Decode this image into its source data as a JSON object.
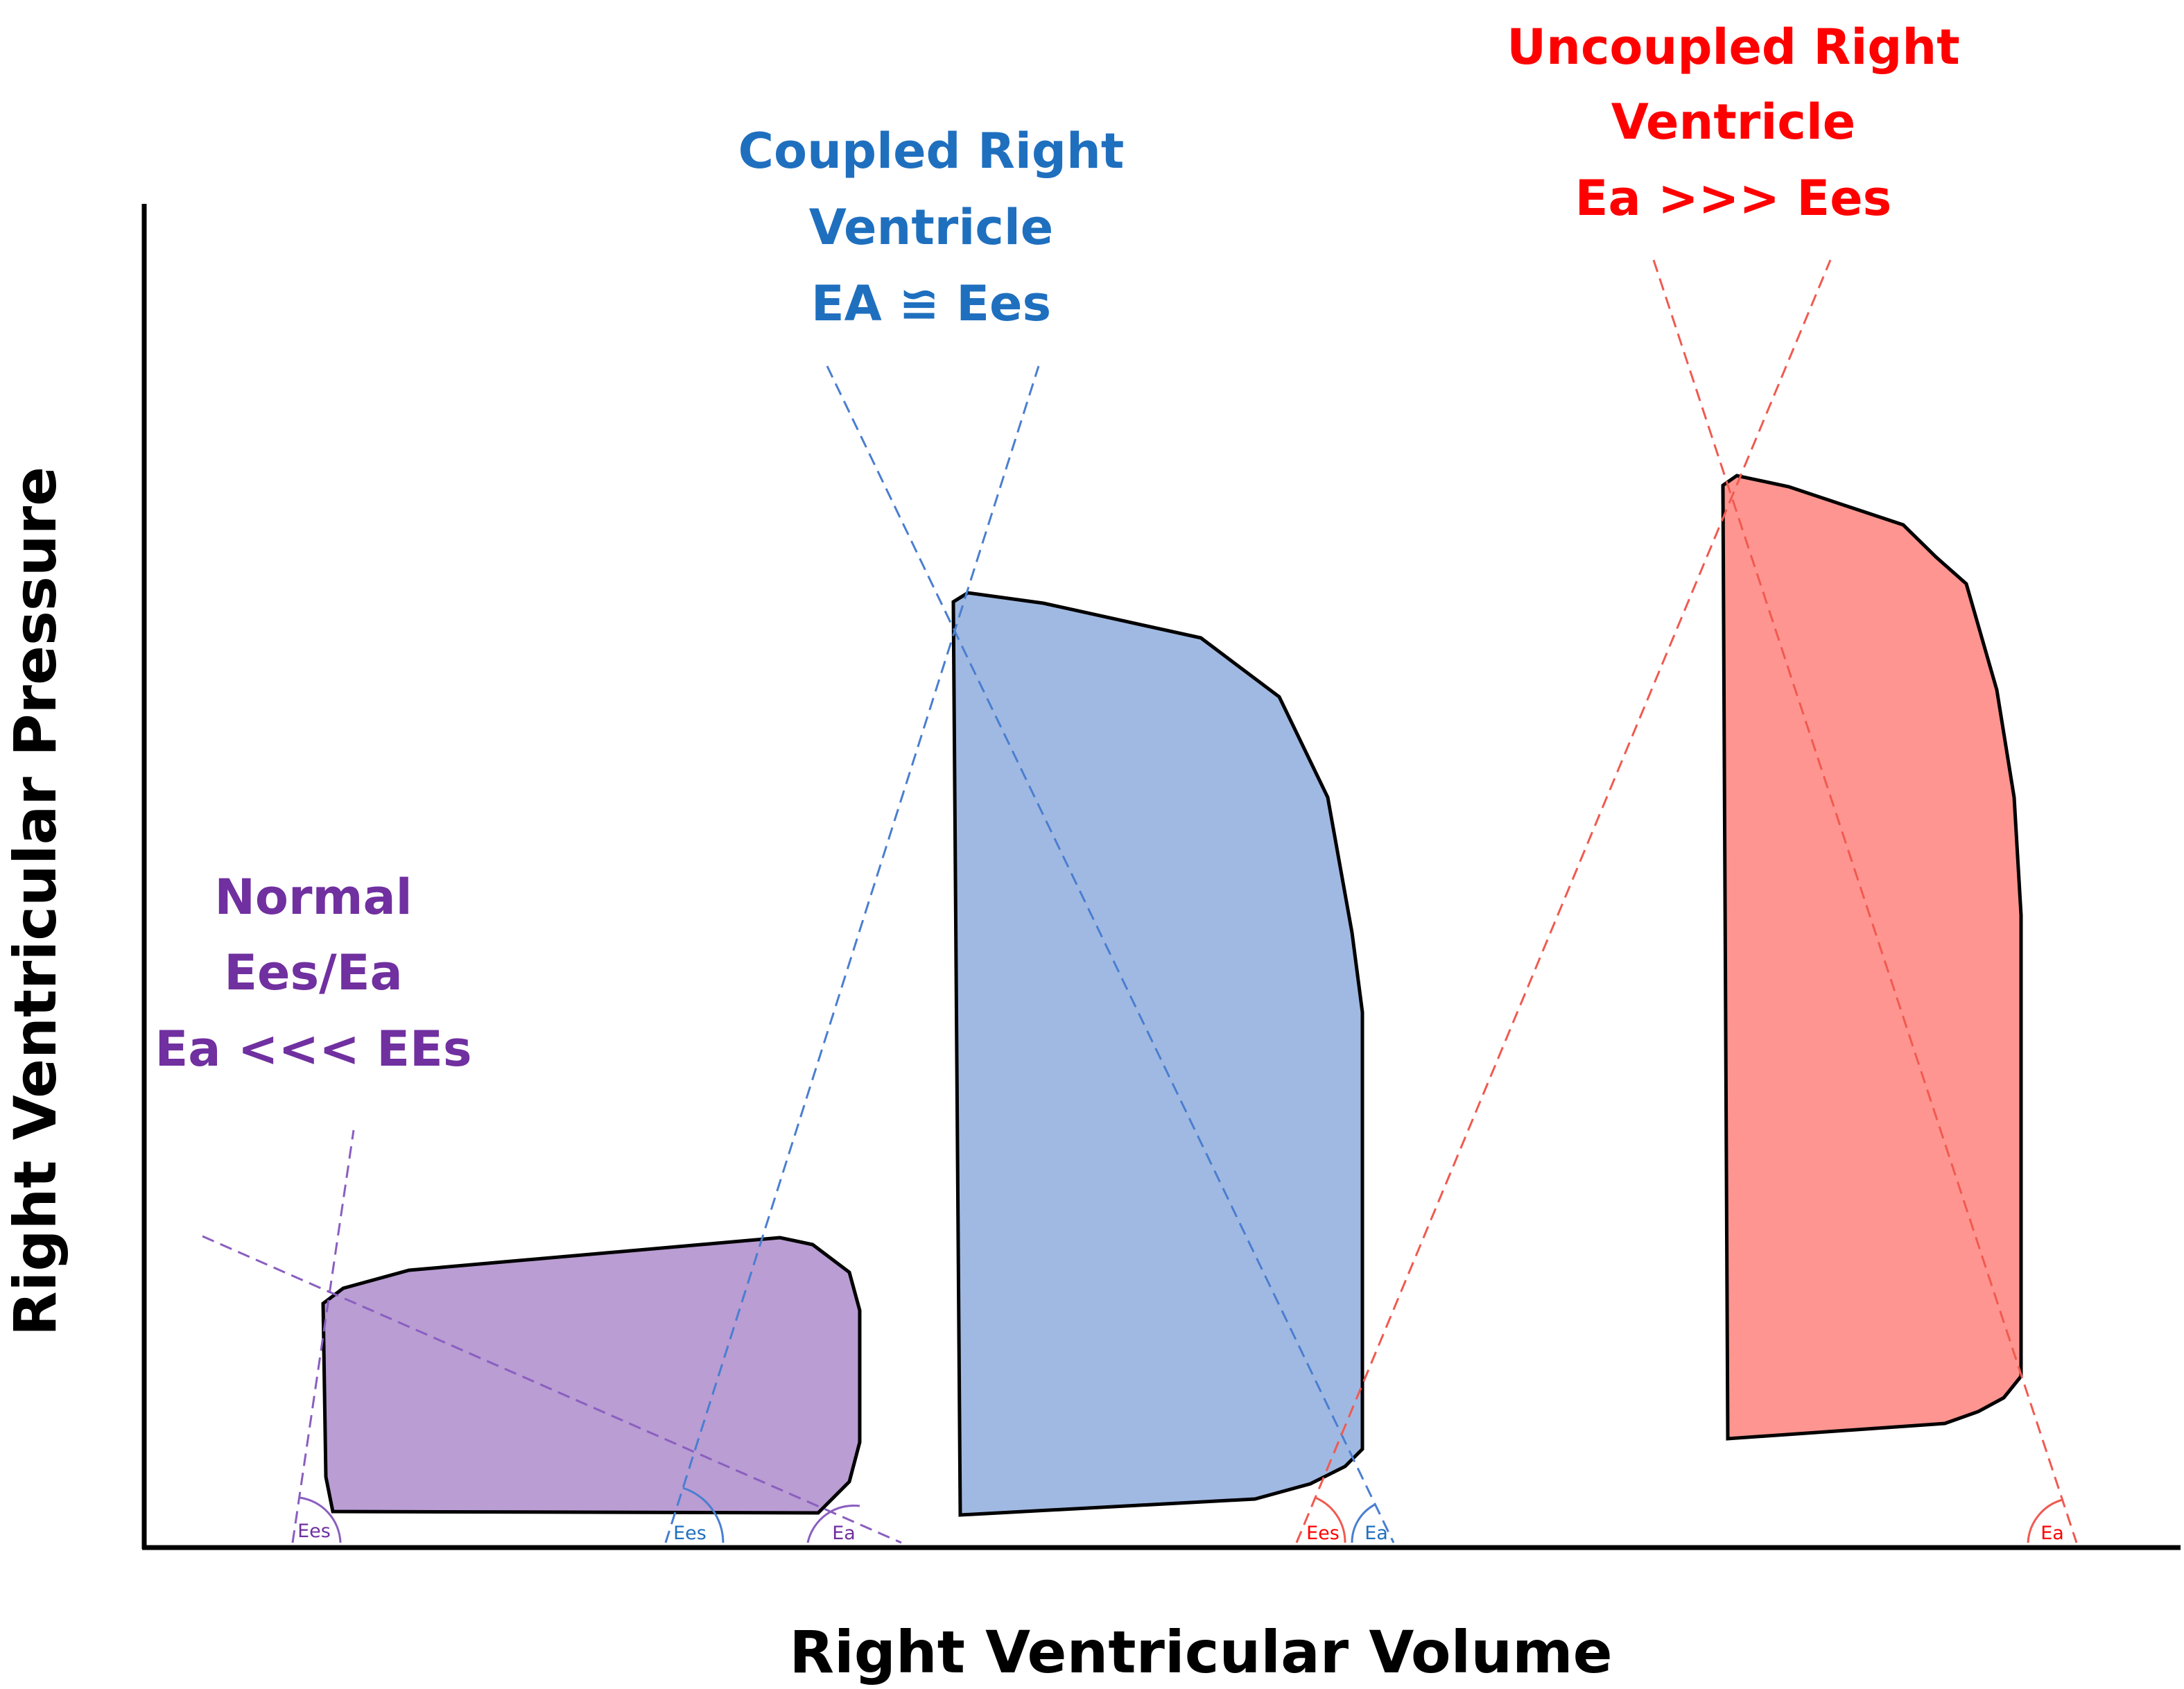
{
  "axes": {
    "x_label": "Right Ventricular Volume",
    "y_label": "Right Ventricular Pressure"
  },
  "loops": {
    "normal": {
      "title_lines": [
        "Normal",
        "Ees/Ea",
        "Ea <<< EEs"
      ],
      "color": "#7030a0",
      "fill": "#b99dd3",
      "ees_label": "Ees",
      "ea_label": "Ea"
    },
    "coupled": {
      "title_lines": [
        "Coupled Right",
        "Ventricle",
        "EA ≌ Ees"
      ],
      "color": "#1f6fbf",
      "fill": "#a0b9e2",
      "ees_label": "Ees",
      "ea_label": "Ea"
    },
    "uncoupled": {
      "title_lines": [
        "Uncoupled Right",
        "Ventricle",
        "Ea >>> Ees"
      ],
      "color": "#ff0000",
      "fill": "#fe9590",
      "ees_label": "Ees",
      "ea_label": "Ea"
    }
  },
  "colors": {
    "axis": "#000000",
    "outline": "#000000",
    "normal_dash": "#8a5ec0",
    "coupled_dash": "#4a7ed0",
    "uncoupled_dash": "#f05a50"
  }
}
